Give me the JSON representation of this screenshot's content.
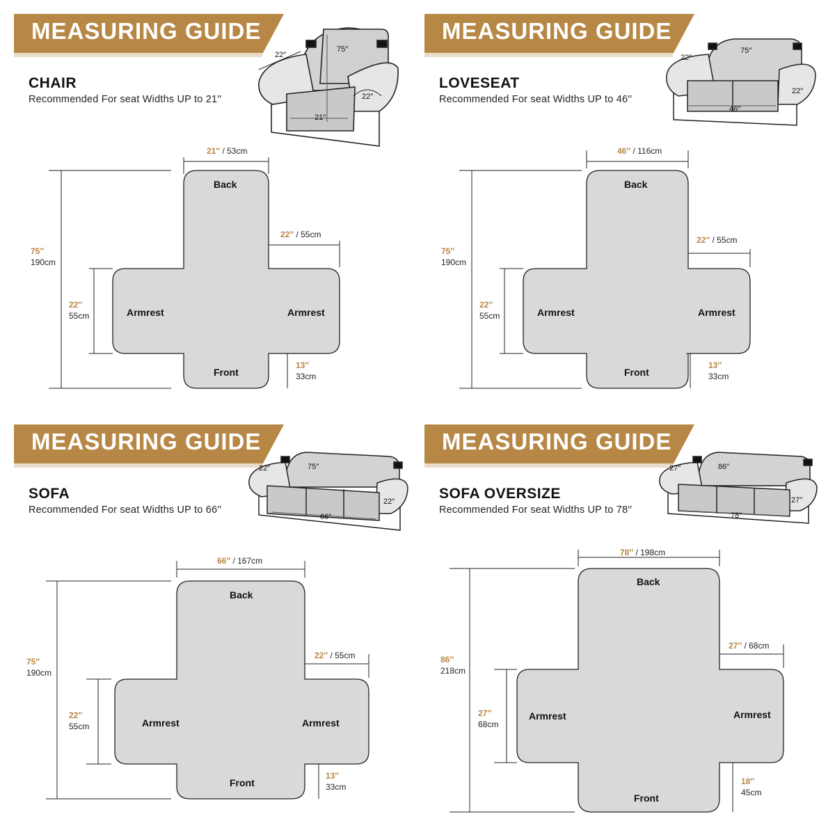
{
  "theme": {
    "banner_color": "#b78745",
    "shape_fill": "#d9d9d9",
    "dimension_highlight": "#b78745"
  },
  "panels": [
    {
      "banner": "MEASURING GUIDE",
      "type": "CHAIR",
      "recommendation": "Recommended For seat Widths UP to 21′′",
      "illustration": {
        "back_height": "75′′",
        "arm_width_a": "22′′",
        "arm_width_b": "22′′",
        "seat_width": "21′′"
      },
      "labels": {
        "back": "Back",
        "front": "Front",
        "left": "Armrest",
        "right": "Armrest"
      },
      "dims": {
        "top_in": "21′′",
        "top_cm": " / 53cm",
        "arm_in": "22′′",
        "arm_cm": " / 55cm",
        "total_in": "75′′",
        "total_cm": "190cm",
        "armh_in": "22′′",
        "armh_cm": "55cm",
        "flap_in": "13′′",
        "flap_cm": "33cm"
      }
    },
    {
      "banner": "MEASURING GUIDE",
      "type": "LOVESEAT",
      "recommendation": "Recommended For seat Widths UP to 46′′",
      "illustration": {
        "back_height": "75′′",
        "arm_width_a": "22′′",
        "arm_width_b": "22′′",
        "seat_width": "46′′"
      },
      "labels": {
        "back": "Back",
        "front": "Front",
        "left": "Armrest",
        "right": "Armrest"
      },
      "dims": {
        "top_in": "46′′",
        "top_cm": " / 116cm",
        "arm_in": "22′′",
        "arm_cm": " / 55cm",
        "total_in": "75′′",
        "total_cm": "190cm",
        "armh_in": "22′′",
        "armh_cm": "55cm",
        "flap_in": "13′′",
        "flap_cm": "33cm"
      }
    },
    {
      "banner": "MEASURING GUIDE",
      "type": "SOFA",
      "recommendation": "Recommended For seat Widths UP to 66′′",
      "illustration": {
        "back_height": "75′′",
        "arm_width_a": "22′′",
        "arm_width_b": "22′′",
        "seat_width": "66′′"
      },
      "labels": {
        "back": "Back",
        "front": "Front",
        "left": "Armrest",
        "right": "Armrest"
      },
      "dims": {
        "top_in": "66′′",
        "top_cm": " / 167cm",
        "arm_in": "22′′",
        "arm_cm": " / 55cm",
        "total_in": "75′′",
        "total_cm": "190cm",
        "armh_in": "22′′",
        "armh_cm": "55cm",
        "flap_in": "13′′",
        "flap_cm": "33cm"
      }
    },
    {
      "banner": "MEASURING GUIDE",
      "type": "SOFA OVERSIZE",
      "recommendation": "Recommended For seat Widths UP to 78′′",
      "illustration": {
        "back_height": "86′′",
        "arm_width_a": "27′′",
        "arm_width_b": "27′′",
        "seat_width": "78′′"
      },
      "labels": {
        "back": "Back",
        "front": "Front",
        "left": "Armrest",
        "right": "Armrest"
      },
      "dims": {
        "top_in": "78′′",
        "top_cm": " / 198cm",
        "arm_in": "27′′",
        "arm_cm": " / 68cm",
        "total_in": "86′′",
        "total_cm": "218cm",
        "armh_in": "27′′",
        "armh_cm": "68cm",
        "flap_in": "18′′",
        "flap_cm": "45cm"
      }
    }
  ]
}
